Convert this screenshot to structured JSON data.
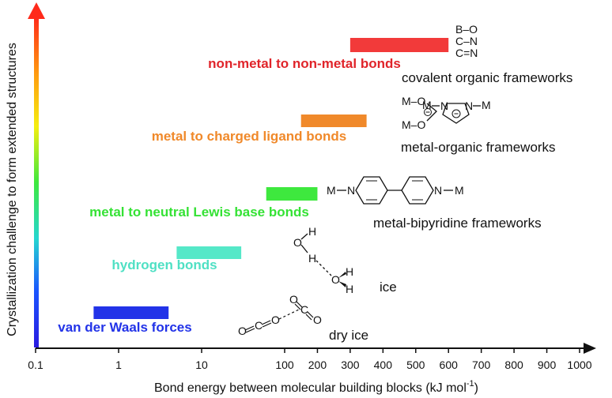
{
  "axes": {
    "ylabel": "Crystallization challenge to form extended structures",
    "xlabel": "Bond energy between molecular building blocks (kJ mol",
    "xlabel_sup": "-1",
    "xlabel_close": ")",
    "xticks": [
      "0.1",
      "1",
      "10",
      "100",
      "200",
      "300",
      "400",
      "500",
      "600",
      "700",
      "800",
      "900",
      "1000"
    ],
    "xscale": "log below 100, linear 100-1000"
  },
  "bonds": [
    {
      "label": "non-metal to non-metal bonds",
      "range_kj": [
        300,
        600
      ],
      "color": "#f23a3a",
      "label_color": "#e0242a"
    },
    {
      "label": "metal to charged ligand bonds",
      "range_kj": [
        150,
        350
      ],
      "color": "#f0892a",
      "label_color": "#f0892a"
    },
    {
      "label": "metal to neutral Lewis base bonds",
      "range_kj": [
        60,
        200
      ],
      "color": "#3ee83e",
      "label_color": "#35e235"
    },
    {
      "label": "hydrogen bonds",
      "range_kj": [
        5,
        30
      ],
      "color": "#55e8c8",
      "label_color": "#4fe0c4"
    },
    {
      "label": "van der Waals forces",
      "range_kj": [
        0.5,
        4
      ],
      "color": "#2233e8",
      "label_color": "#2233e8"
    }
  ],
  "frameworks": [
    {
      "label": "covalent organic frameworks",
      "formulas": [
        "B–O",
        "C–N",
        "C=N"
      ]
    },
    {
      "label": "metal-organic frameworks",
      "formulas": [
        "M–O",
        "M–O",
        "M",
        "N",
        "N",
        "M"
      ]
    },
    {
      "label": "metal-bipyridine frameworks",
      "formulas": [
        "M",
        "N",
        "N",
        "M"
      ]
    },
    {
      "label": "ice",
      "formulas": [
        "O",
        "H",
        "H",
        "O",
        "H",
        "H"
      ]
    },
    {
      "label": "dry ice",
      "formulas": [
        "O",
        "C",
        "O",
        "O",
        "C",
        "O"
      ]
    }
  ],
  "gradient_colors": [
    "#ff2a1a",
    "#ff9a10",
    "#f5ee10",
    "#3ee83e",
    "#25d6d0",
    "#1a55ff",
    "#2a1ae0"
  ]
}
